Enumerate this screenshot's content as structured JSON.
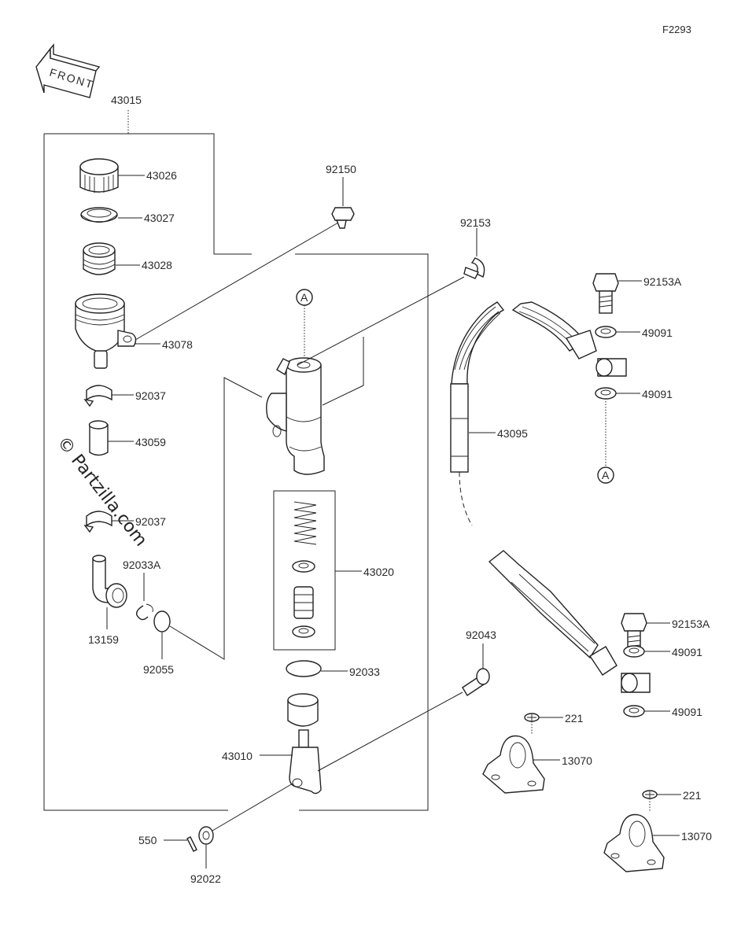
{
  "figure_code": "F2293",
  "front_label": "FRONT",
  "watermark": "© Partzilla.com",
  "callout_letter": "A",
  "labels": {
    "p43015": "43015",
    "p43026": "43026",
    "p43027": "43027",
    "p43028": "43028",
    "p43078": "43078",
    "p92037a": "92037",
    "p43059": "43059",
    "p92037b": "92037",
    "p92033A": "92033A",
    "p13159": "13159",
    "p92055": "92055",
    "p92150": "92150",
    "p43020": "43020",
    "p92033": "92033",
    "p43010": "43010",
    "p550": "550",
    "p92022": "92022",
    "p92153": "92153",
    "p92153A_top": "92153A",
    "p49091_1": "49091",
    "p49091_2": "49091",
    "p43095": "43095",
    "p92153A_bot": "92153A",
    "p49091_3": "49091",
    "p49091_4": "49091",
    "p92043": "92043",
    "p221_1": "221",
    "p13070_1": "13070",
    "p221_2": "221",
    "p13070_2": "13070"
  }
}
